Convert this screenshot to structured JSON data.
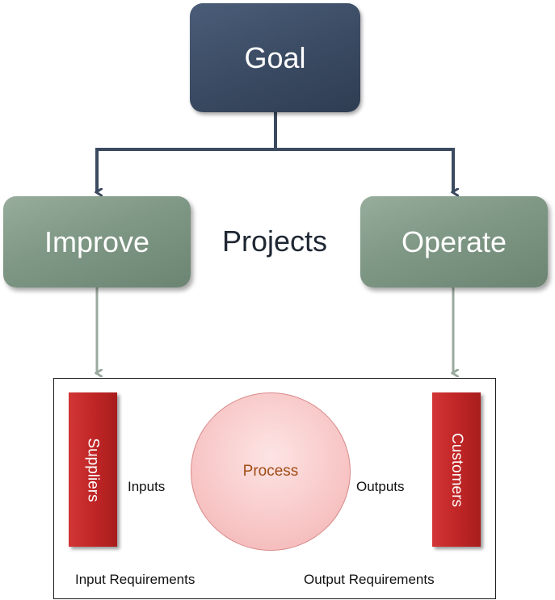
{
  "diagram": {
    "goal": "Goal",
    "improve": "Improve",
    "operate": "Operate",
    "projects": "Projects",
    "suppliers": "Suppliers",
    "customers": "Customers",
    "process": "Process",
    "inputs": "Inputs",
    "outputs": "Outputs",
    "input_requirements": "Input Requirements",
    "output_requirements": "Output Requirements"
  },
  "colors": {
    "goal_box": "#3a4a62",
    "project_boxes": "#7f9785",
    "goal_connector": "#3b4a5f",
    "project_connector": "#9aaa9e",
    "supplier_customer_bars": "#c12626",
    "process_circle": "#f8c6c6",
    "process_text": "#a04c14"
  }
}
